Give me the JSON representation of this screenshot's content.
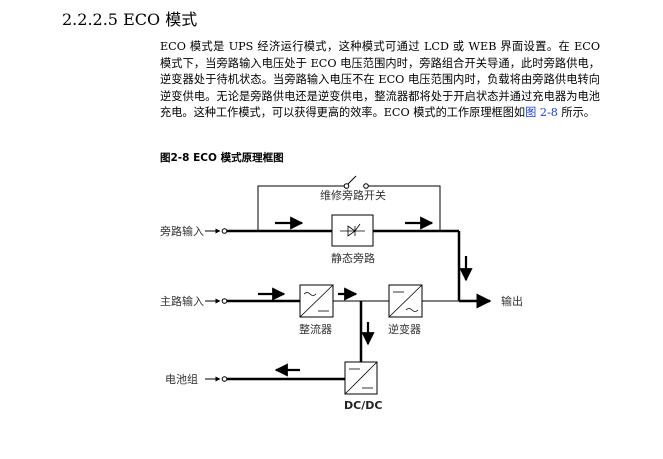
{
  "section": {
    "heading": "2.2.2.5 ECO 模式"
  },
  "paragraph": {
    "text_before_link": "ECO 模式是 UPS 经济运行模式，这种模式可通过 LCD 或 WEB 界面设置。在 ECO 模式下，当旁路输入电压处于 ECO 电压范围内时，旁路组合开关导通，此时旁路供电，逆变器处于待机状态。当旁路输入电压不在 ECO 电压范围内时，负载将由旁路供电转向逆变供电。无论是旁路供电还是逆变供电，整流器都将处于开启状态并通过充电器为电池充电。这种工作模式，可以获得更高的效率。ECO 模式的工作原理框图如",
    "link_text": "图 2-8",
    "text_after_link": " 所示。",
    "link_color": "#1a3fd6"
  },
  "figure": {
    "caption": "图2-8  ECO 模式原理框图",
    "labels": {
      "maintenance_bypass_switch": "维修旁路开关",
      "bypass_input": "旁路输入",
      "static_bypass": "静态旁路",
      "main_input": "主路输入",
      "rectifier": "整流器",
      "inverter": "逆变器",
      "output": "输出",
      "battery": "电池组",
      "dcdc": "DC/DC"
    }
  }
}
